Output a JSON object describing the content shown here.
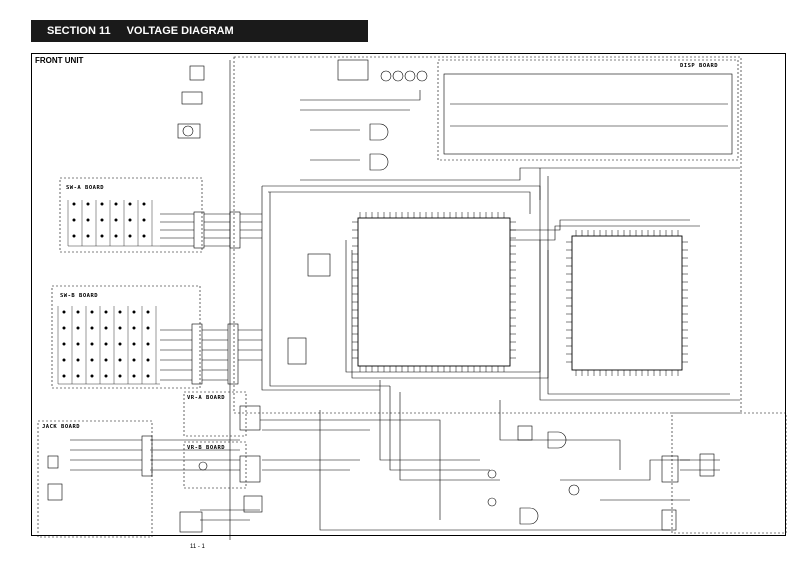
{
  "header": {
    "section": "SECTION 11",
    "title": "VOLTAGE DIAGRAM"
  },
  "labels": {
    "front_unit": "FRONT UNIT",
    "disp_board": "DISP BOARD",
    "swa_board": "SW-A BOARD",
    "swb_board": "SW-B BOARD",
    "jack_board": "JACK BOARD",
    "vra_board": "VR-A BOARD",
    "vrb_board": "VR-B BOARD"
  },
  "page_number": "11 - 1",
  "colors": {
    "header_bg": "#1a1a1a",
    "ink": "#000000",
    "paper": "#ffffff"
  }
}
